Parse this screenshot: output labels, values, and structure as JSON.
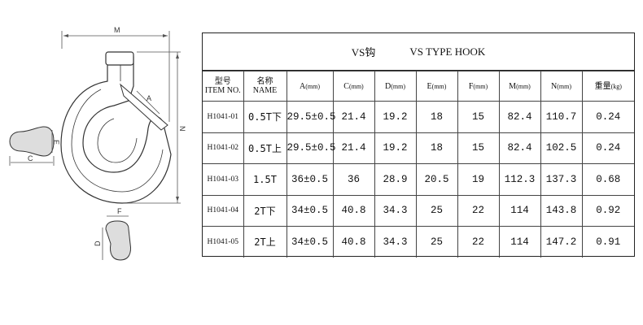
{
  "drawing": {
    "dim_labels": {
      "m": "M",
      "n": "N",
      "a": "A",
      "c": "C",
      "e": "E",
      "f": "F",
      "d": "D"
    }
  },
  "spec_table": {
    "title_cn": "VS钩",
    "title_en": "VS TYPE HOOK",
    "headers": [
      {
        "top": "型号",
        "bottom": "ITEM NO."
      },
      {
        "top": "名称",
        "bottom": "NAME"
      },
      {
        "top": "A",
        "bottom": "",
        "unit": "(mm)"
      },
      {
        "top": "C",
        "bottom": "",
        "unit": "(mm)"
      },
      {
        "top": "D",
        "bottom": "",
        "unit": "(mm)"
      },
      {
        "top": "E",
        "bottom": "",
        "unit": "(mm)"
      },
      {
        "top": "F",
        "bottom": "",
        "unit": "(mm)"
      },
      {
        "top": "M",
        "bottom": "",
        "unit": "(mm)"
      },
      {
        "top": "N",
        "bottom": "",
        "unit": "(mm)"
      },
      {
        "top": "重量",
        "bottom": "",
        "unit": "(kg)"
      }
    ],
    "rows": [
      [
        "H1041-01",
        "0.5T下",
        "29.5±0.5",
        "21.4",
        "19.2",
        "18",
        "15",
        "82.4",
        "110.7",
        "0.24"
      ],
      [
        "H1041-02",
        "0.5T上",
        "29.5±0.5",
        "21.4",
        "19.2",
        "18",
        "15",
        "82.4",
        "102.5",
        "0.24"
      ],
      [
        "H1041-03",
        "1.5T",
        "36±0.5",
        "36",
        "28.9",
        "20.5",
        "19",
        "112.3",
        "137.3",
        "0.68"
      ],
      [
        "H1041-04",
        "2T下",
        "34±0.5",
        "40.8",
        "34.3",
        "25",
        "22",
        "114",
        "143.8",
        "0.92"
      ],
      [
        "H1041-05",
        "2T上",
        "34±0.5",
        "40.8",
        "34.3",
        "25",
        "22",
        "114",
        "147.2",
        "0.91"
      ]
    ]
  }
}
